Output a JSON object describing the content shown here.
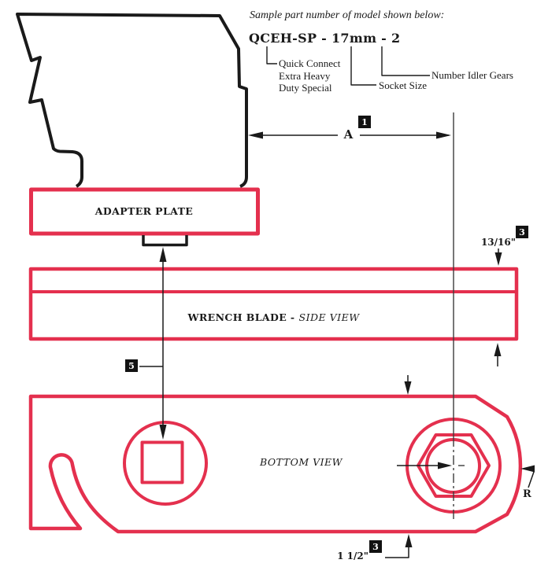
{
  "title_block": {
    "sample_note": "Sample part number of model shown below:",
    "part_number": "QCEH-SP - 17mm - 2",
    "callout_quick_connect_lines": [
      "Quick Connect",
      "Extra Heavy",
      "Duty Special"
    ],
    "callout_socket_size": "Socket Size",
    "callout_number_idler_gears": "Number Idler Gears"
  },
  "diagram": {
    "adapter_plate_label": "ADAPTER PLATE",
    "side_view_label_bold": "WRENCH BLADE -",
    "side_view_label_italic": "SIDE VIEW",
    "bottom_view_label": "BOTTOM VIEW",
    "dim_a_label": "A",
    "radius_label": "R",
    "blade_thickness": "13/16\"",
    "blade_width": "1 1/2\""
  },
  "badges": {
    "dim_a_ref": "1",
    "thickness_ref": "3",
    "drive_ref": "5",
    "width_ref": "3"
  },
  "colors": {
    "outline_red": "#e4304e",
    "line_black": "#1a1a1a"
  }
}
